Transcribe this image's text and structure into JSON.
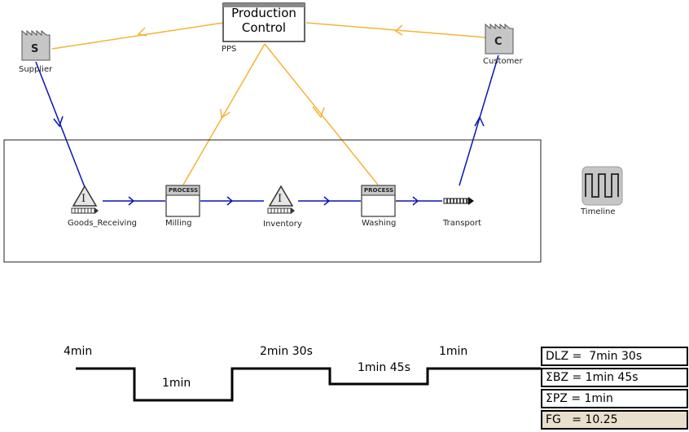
{
  "nodes": {
    "production_control": {
      "title_line1": "Production",
      "title_line2": "Control",
      "caption": "PPS"
    },
    "supplier": {
      "letter": "S",
      "caption": "Supplier"
    },
    "customer": {
      "letter": "C",
      "caption": "Customer"
    },
    "goods_receiving": {
      "symbol": "I",
      "caption": "Goods_Receiving"
    },
    "milling": {
      "header": "PROCESS",
      "caption": "Milling"
    },
    "inventory": {
      "symbol": "I",
      "caption": "Inventory"
    },
    "washing": {
      "header": "PROCESS",
      "caption": "Washing"
    },
    "transport": {
      "caption": "Transport"
    },
    "timeline_block": {
      "caption": "Timeline"
    }
  },
  "timeline": {
    "upper_labels": [
      "4min",
      "2min 30s",
      "1min"
    ],
    "lower_labels": [
      "1min",
      "1min 45s"
    ]
  },
  "summary": [
    {
      "text": "DLZ =  7min 30s"
    },
    {
      "text": "ΣBZ = 1min 45s"
    },
    {
      "text": "ΣPZ = 1min"
    },
    {
      "text": "FG   = 10.25"
    }
  ],
  "colors": {
    "info_flow": "#f5b335",
    "material_flow": "#0a14b4",
    "timeline_line": "#000000",
    "summary_highlight": "#e8e0cc",
    "icon_fill": "#c6c6c6"
  }
}
